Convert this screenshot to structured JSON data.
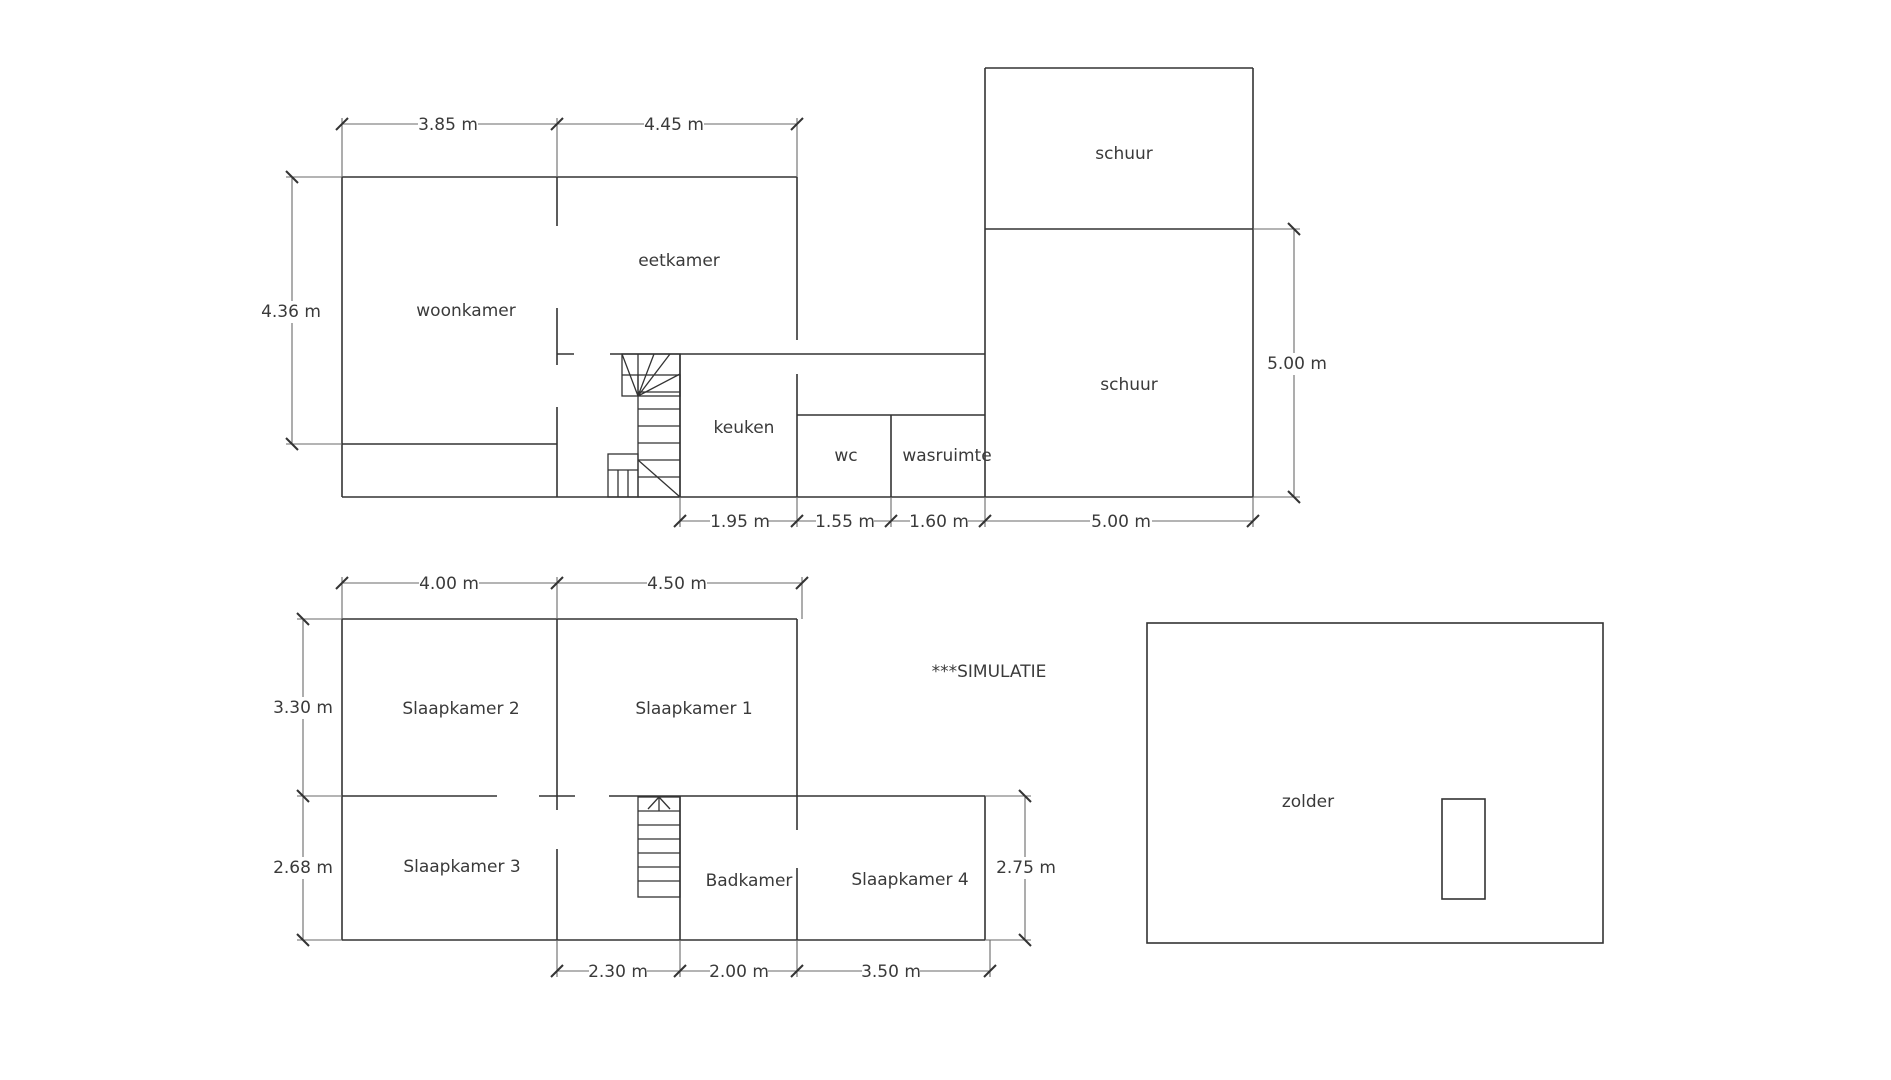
{
  "plan": {
    "ground_floor": {
      "rooms": {
        "woonkamer": "woonkamer",
        "eetkamer": "eetkamer",
        "keuken": "keuken",
        "wc": "wc",
        "wasruimte": "wasruimte",
        "schuur_top": "schuur",
        "schuur_bottom": "schuur"
      },
      "dimensions": {
        "top_1": "3.85 m",
        "top_2": "4.45 m",
        "left": "4.36 m",
        "right": "5.00 m",
        "bottom_1": "1.95 m",
        "bottom_2": "1.55 m",
        "bottom_3": "1.60 m",
        "bottom_4": "5.00 m"
      }
    },
    "first_floor": {
      "rooms": {
        "slaapkamer_1": "Slaapkamer 1",
        "slaapkamer_2": "Slaapkamer 2",
        "slaapkamer_3": "Slaapkamer 3",
        "slaapkamer_4": "Slaapkamer 4",
        "badkamer": "Badkamer"
      },
      "dimensions": {
        "top_1": "4.00 m",
        "top_2": "4.50 m",
        "left_1": "3.30 m",
        "left_2": "2.68 m",
        "right": "2.75 m",
        "bottom_1": "2.30 m",
        "bottom_2": "2.00 m",
        "bottom_3": "3.50 m"
      }
    },
    "attic": {
      "rooms": {
        "zolder": "zolder"
      }
    },
    "note": "***SIMULATIE"
  }
}
